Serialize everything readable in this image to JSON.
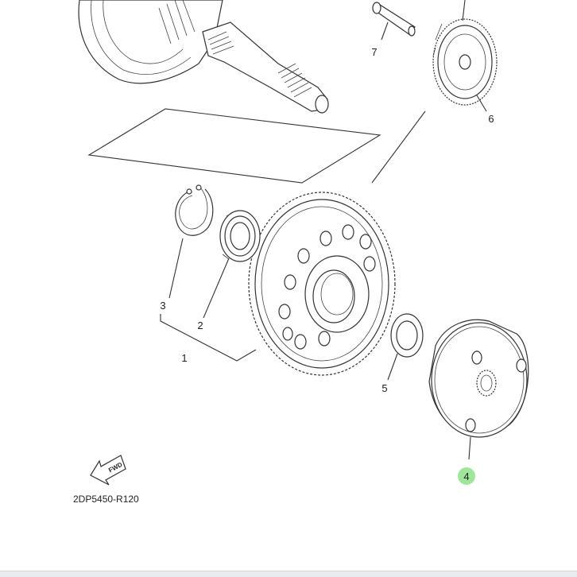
{
  "diagram": {
    "part_code": "2DP5450-R120",
    "fwd_label": "FWD",
    "callouts": [
      {
        "id": "1",
        "text": "1"
      },
      {
        "id": "2",
        "text": "2"
      },
      {
        "id": "3",
        "text": "3"
      },
      {
        "id": "4",
        "text": "4",
        "highlight": true
      },
      {
        "id": "5",
        "text": "5"
      },
      {
        "id": "6",
        "text": "6"
      },
      {
        "id": "7",
        "text": "7"
      }
    ],
    "highlight_color": "#8ee08a"
  }
}
